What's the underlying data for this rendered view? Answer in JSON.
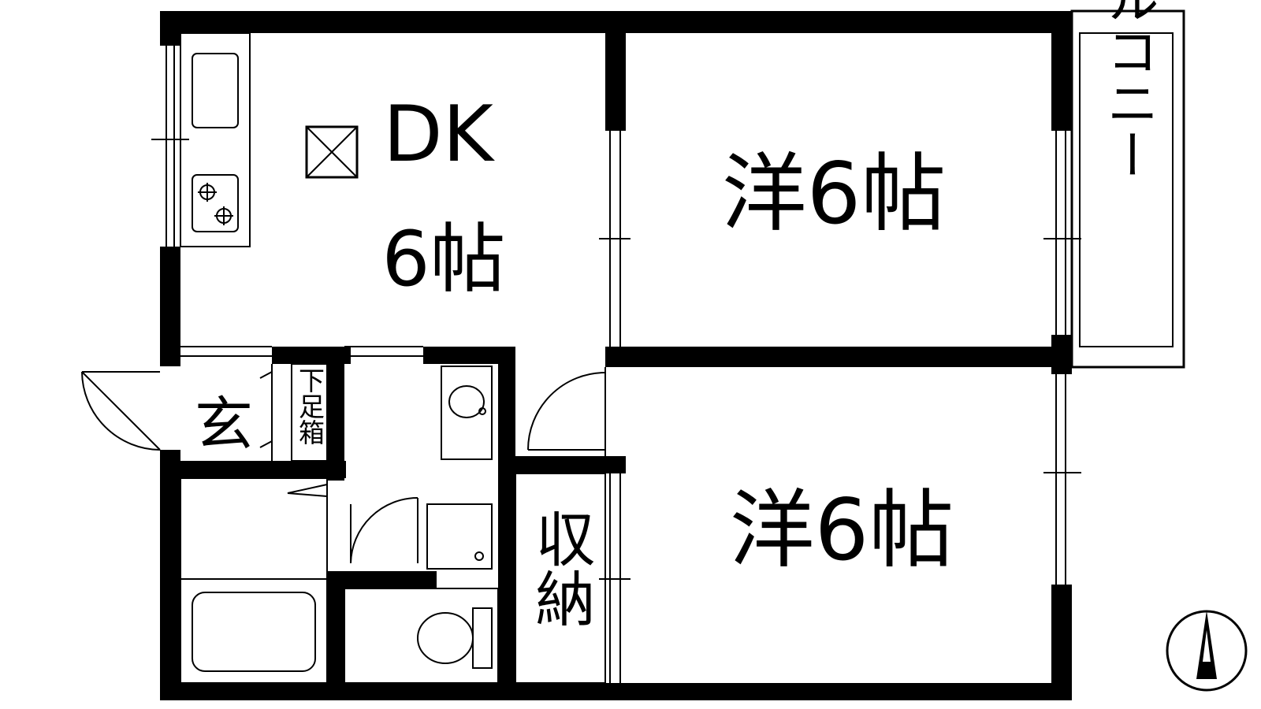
{
  "rooms": {
    "dk_name": "DK",
    "dk_size": "6帖",
    "western_top": "洋6帖",
    "western_bottom": "洋6帖",
    "balcony": "バルコニー",
    "genkan": "玄",
    "getabako": "下足箱",
    "storage": "収納"
  },
  "compass": {
    "icon": "north-arrow-icon"
  }
}
